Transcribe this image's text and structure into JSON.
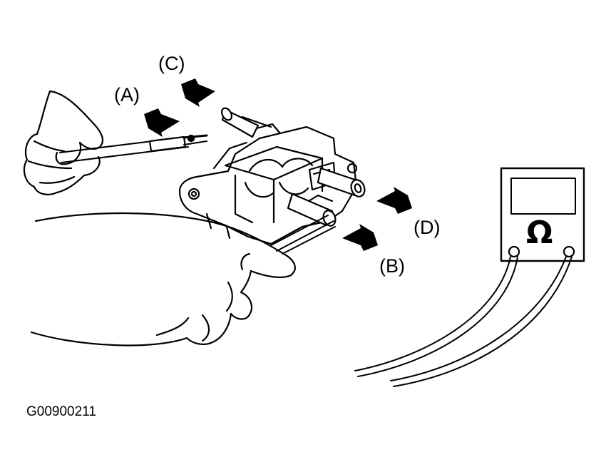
{
  "labels": {
    "a": "(A)",
    "b": "(B)",
    "c": "(C)",
    "d": "(D)"
  },
  "meter": {
    "symbol": "Ω"
  },
  "figure_id": "G00900211",
  "colors": {
    "ink": "#000000",
    "paper": "#ffffff"
  }
}
